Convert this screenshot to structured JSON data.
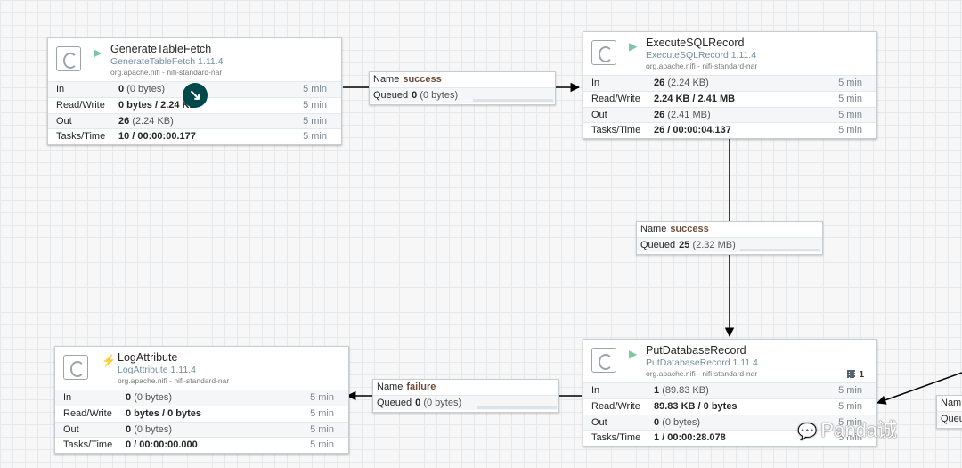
{
  "processors": {
    "generate": {
      "name": "GenerateTableFetch",
      "type": "GenerateTableFetch 1.11.4",
      "bundle": "org.apache.nifi - nifi-standard-nar",
      "state_icon": "play-icon",
      "stats": [
        {
          "label": "In",
          "value": "0",
          "sub": "(0 bytes)",
          "time": "5 min"
        },
        {
          "label": "Read/Write",
          "value": "0 bytes / 2.24 KB",
          "sub": "",
          "time": "5 min"
        },
        {
          "label": "Out",
          "value": "26",
          "sub": "(2.24 KB)",
          "time": "5 min"
        },
        {
          "label": "Tasks/Time",
          "value": "10 / 00:00:00.177",
          "sub": "",
          "time": "5 min"
        }
      ]
    },
    "execute": {
      "name": "ExecuteSQLRecord",
      "type": "ExecuteSQLRecord 1.11.4",
      "bundle": "org.apache.nifi - nifi-standard-nar",
      "state_icon": "play-icon",
      "stats": [
        {
          "label": "In",
          "value": "26",
          "sub": "(2.24 KB)",
          "time": "5 min"
        },
        {
          "label": "Read/Write",
          "value": "2.24 KB / 2.41 MB",
          "sub": "",
          "time": "5 min"
        },
        {
          "label": "Out",
          "value": "26",
          "sub": "(2.41 MB)",
          "time": "5 min"
        },
        {
          "label": "Tasks/Time",
          "value": "26 / 00:00:04.137",
          "sub": "",
          "time": "5 min"
        }
      ]
    },
    "log": {
      "name": "LogAttribute",
      "type": "LogAttribute 1.11.4",
      "bundle": "org.apache.nifi - nifi-standard-nar",
      "state_icon": "stopped-icon",
      "stats": [
        {
          "label": "In",
          "value": "0",
          "sub": "(0 bytes)",
          "time": "5 min"
        },
        {
          "label": "Read/Write",
          "value": "0 bytes / 0 bytes",
          "sub": "",
          "time": "5 min"
        },
        {
          "label": "Out",
          "value": "0",
          "sub": "(0 bytes)",
          "time": "5 min"
        },
        {
          "label": "Tasks/Time",
          "value": "0 / 00:00:00.000",
          "sub": "",
          "time": "5 min"
        }
      ]
    },
    "put": {
      "name": "PutDatabaseRecord",
      "type": "PutDatabaseRecord 1.11.4",
      "bundle": "org.apache.nifi - nifi-standard-nar",
      "state_icon": "play-icon",
      "active_threads": "1",
      "stats": [
        {
          "label": "In",
          "value": "1",
          "sub": "(89.83 KB)",
          "time": "5 min"
        },
        {
          "label": "Read/Write",
          "value": "89.83 KB / 0 bytes",
          "sub": "",
          "time": "5 min"
        },
        {
          "label": "Out",
          "value": "0",
          "sub": "(0 bytes)",
          "time": "5 min"
        },
        {
          "label": "Tasks/Time",
          "value": "1 / 00:00:28.078",
          "sub": "",
          "time": "5 min"
        }
      ]
    }
  },
  "connections": {
    "c1": {
      "name_label": "Name",
      "name": "success",
      "queued_label": "Queued",
      "queued": "0",
      "queued_size": "(0 bytes)"
    },
    "c2": {
      "name_label": "Name",
      "name": "success",
      "queued_label": "Queued",
      "queued": "25",
      "queued_size": "(2.32 MB)"
    },
    "c3": {
      "name_label": "Name",
      "name": "failure",
      "queued_label": "Queued",
      "queued": "0",
      "queued_size": "(0 bytes)"
    },
    "c4": {
      "name_label": "Nam",
      "queued_label": "Queu"
    }
  },
  "watermark": "Panda诚",
  "icons": {
    "play": "▶",
    "stopped": "⚡",
    "terminate": "↘",
    "bubble": "💬"
  }
}
